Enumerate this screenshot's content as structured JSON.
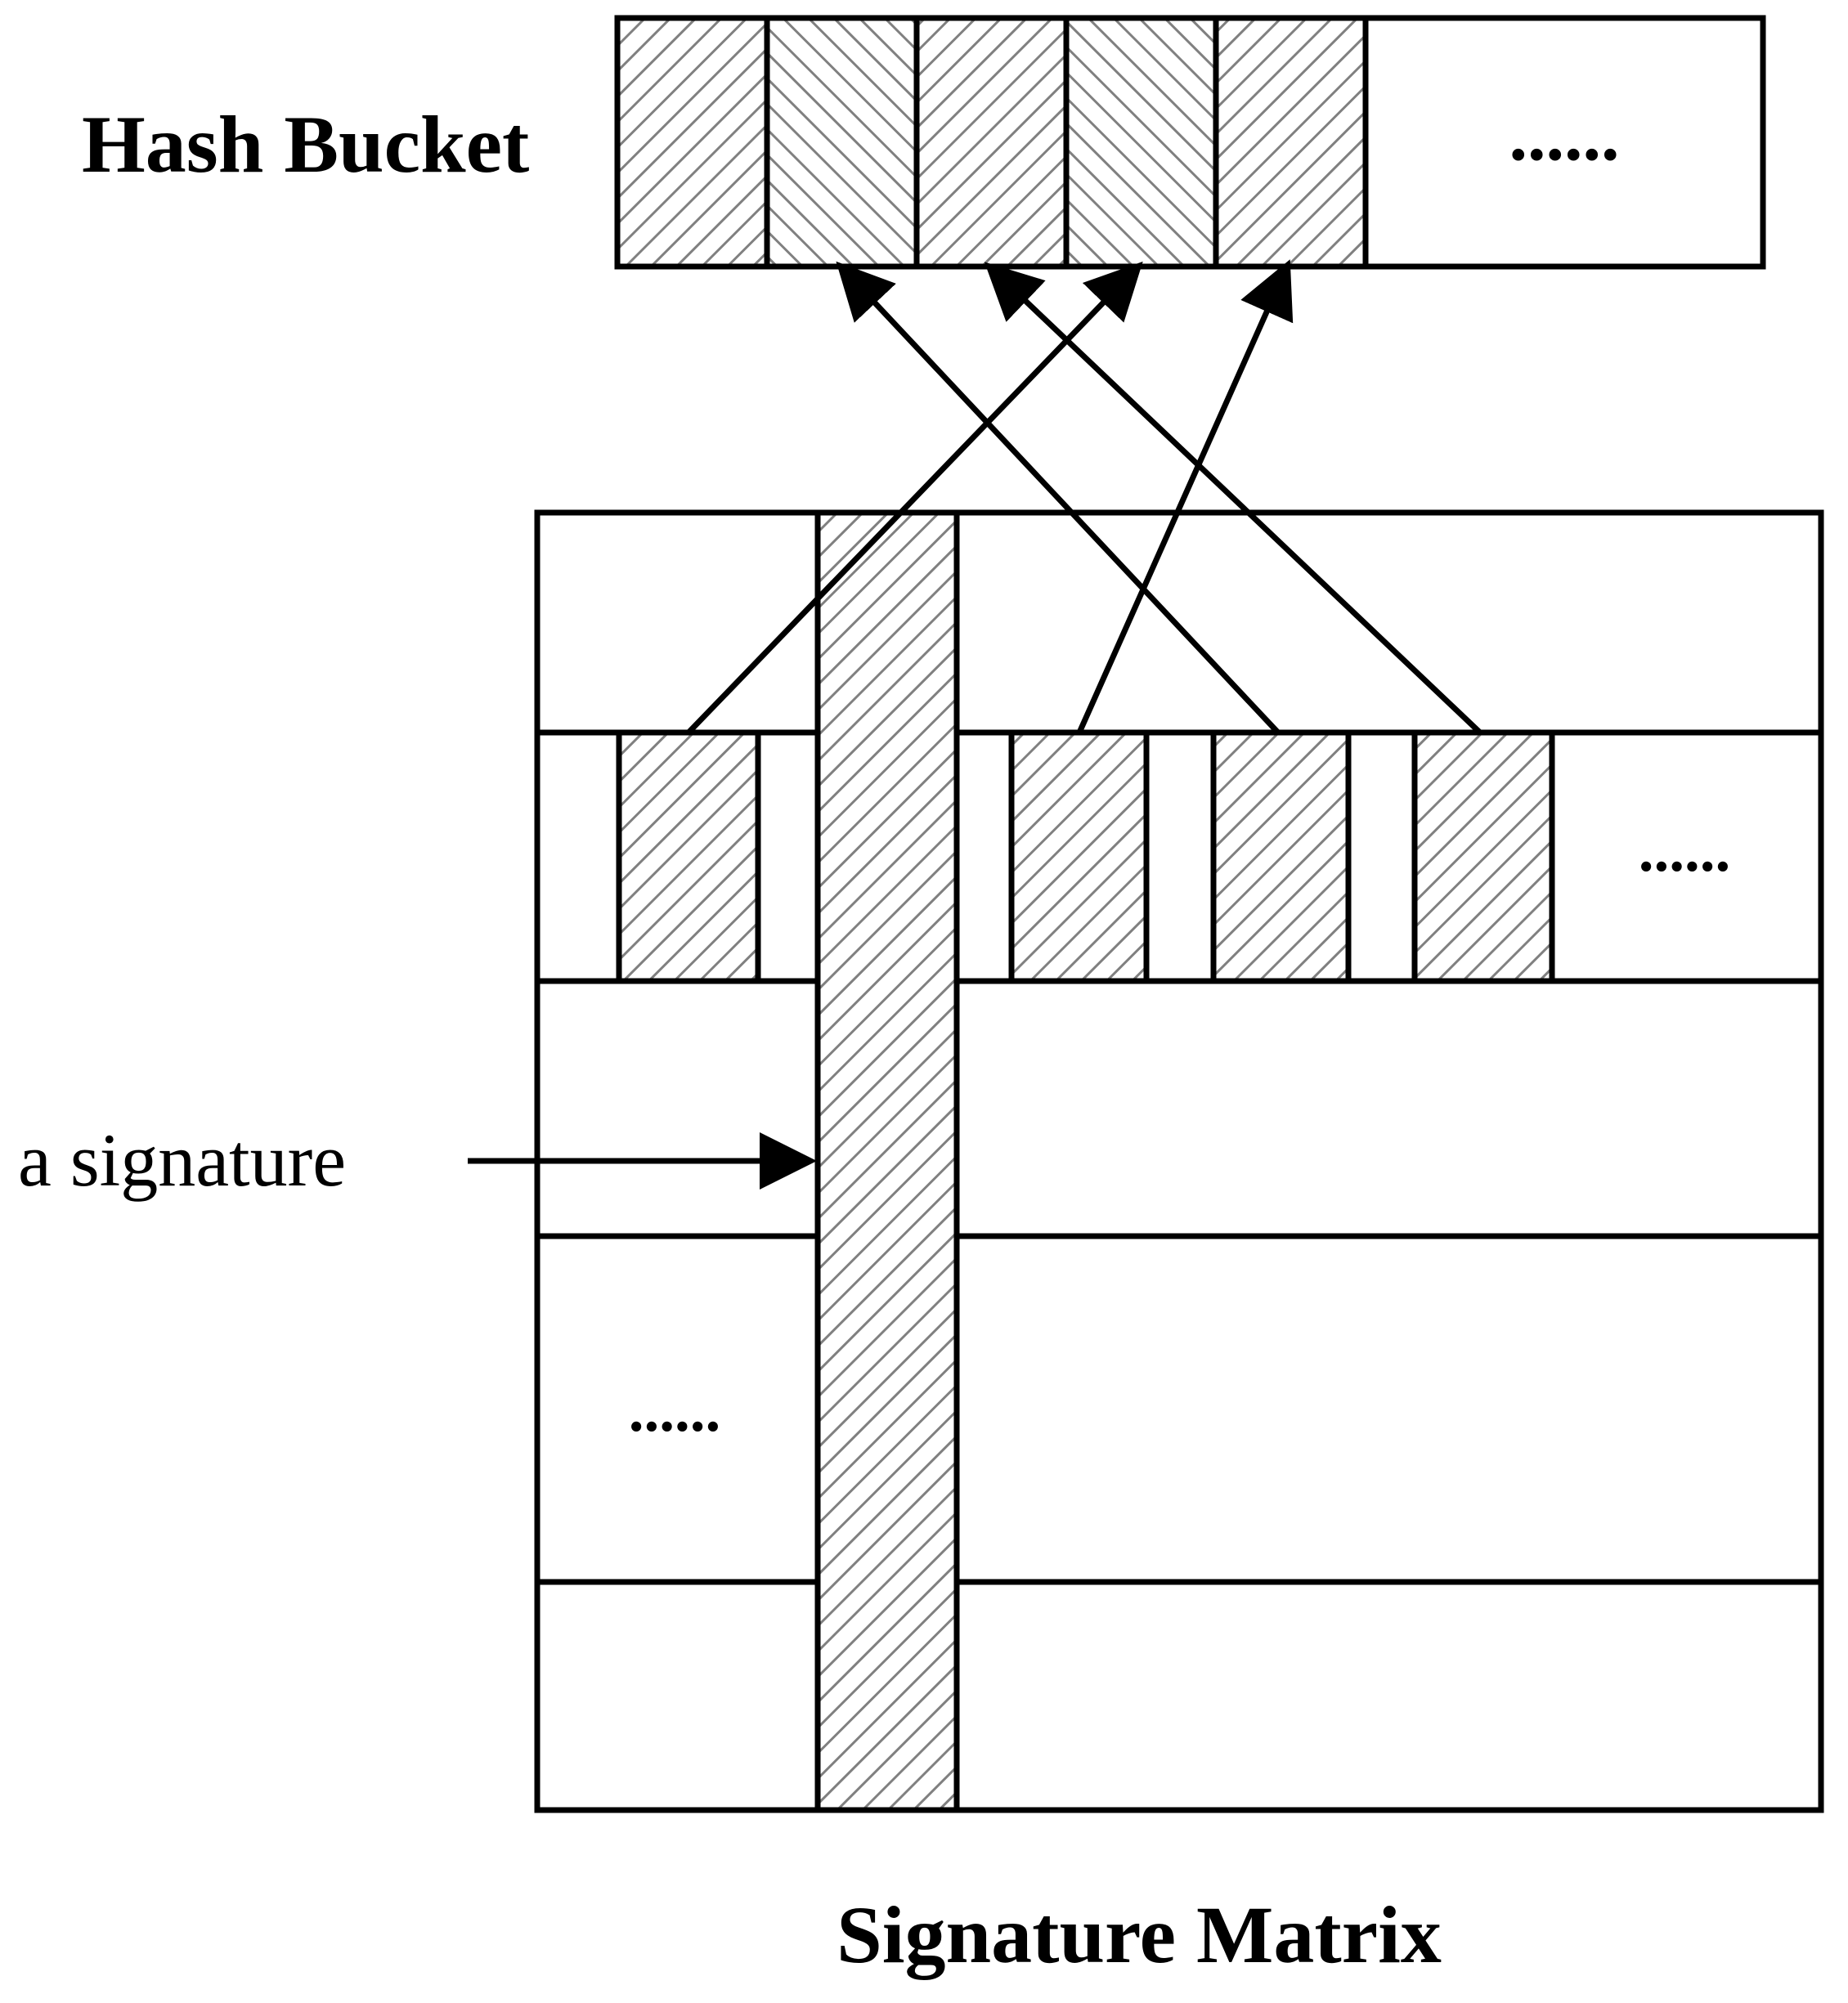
{
  "labels": {
    "hash_bucket": "Hash Bucket",
    "signature_matrix": "Signature Matrix",
    "a_signature": "a signature",
    "bucket_ellipsis": "......",
    "row_ellipsis": "......",
    "matrix_ellipsis": "......"
  },
  "colors": {
    "stroke": "#000000",
    "hatch": "#808080",
    "background": "#ffffff"
  }
}
